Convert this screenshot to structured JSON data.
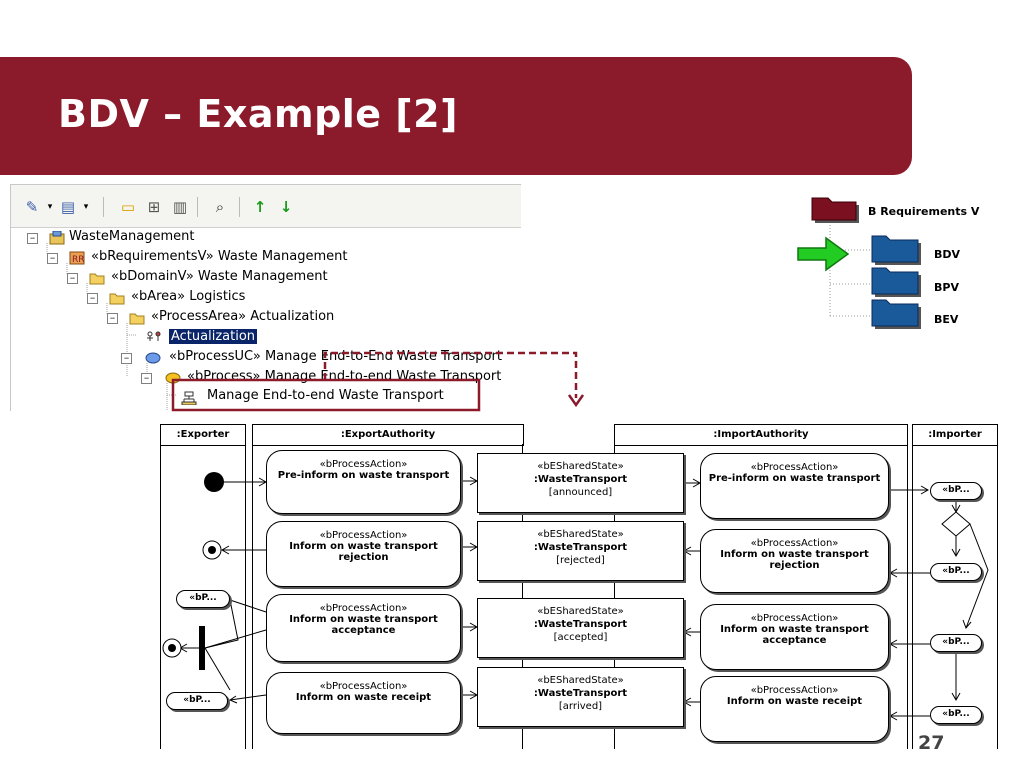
{
  "slide": {
    "title": "BDV – Example [2]",
    "page_number": "27",
    "brand_color": "#8b1a2b"
  },
  "tree": {
    "items": [
      {
        "label": "WasteManagement",
        "icon": "model-icon"
      },
      {
        "label": "«bRequirementsV» Waste Management",
        "icon": "requirements-view-icon"
      },
      {
        "label": "«bDomainV» Waste Management",
        "icon": "folder-icon"
      },
      {
        "label": "«bArea» Logistics",
        "icon": "folder-icon"
      },
      {
        "label": "«ProcessArea» Actualization",
        "icon": "folder-icon"
      },
      {
        "label": "Actualization",
        "icon": "actors-icon",
        "selected": true
      },
      {
        "label": "«bProcessUC» Manage End-to-End Waste Transport",
        "icon": "use-case-icon"
      },
      {
        "label": "«bProcess» Manage End-to-end Waste Transport",
        "icon": "process-icon"
      },
      {
        "label": "Manage End-to-end Waste Transport",
        "icon": "activity-icon"
      }
    ]
  },
  "views": {
    "requirements": "B Requirements V",
    "bdv": "BDV",
    "bpv": "BPV",
    "bev": "BEV"
  },
  "diagram": {
    "lanes": {
      "exporter": ":Exporter",
      "export_authority": ":ExportAuthority",
      "import_authority": ":ImportAuthority",
      "importer": ":Importer"
    },
    "export_actions": [
      {
        "stereotype": "«bProcessAction»",
        "name": "Pre-inform on waste transport"
      },
      {
        "stereotype": "«bProcessAction»",
        "name": "Inform on waste transport rejection"
      },
      {
        "stereotype": "«bProcessAction»",
        "name": "Inform on waste transport acceptance"
      },
      {
        "stereotype": "«bProcessAction»",
        "name": "Inform on waste receipt"
      }
    ],
    "states": [
      {
        "stereotype": "«bESharedState»",
        "name": ":WasteTransport",
        "state": "[announced]"
      },
      {
        "stereotype": "«bESharedState»",
        "name": ":WasteTransport",
        "state": "[rejected]"
      },
      {
        "stereotype": "«bESharedState»",
        "name": ":WasteTransport",
        "state": "[accepted]"
      },
      {
        "stereotype": "«bESharedState»",
        "name": ":WasteTransport",
        "state": "[arrived]"
      }
    ],
    "import_actions": [
      {
        "stereotype": "«bProcessAction»",
        "name": "Pre-inform on waste transport"
      },
      {
        "stereotype": "«bProcessAction»",
        "name": "Inform on waste transport rejection"
      },
      {
        "stereotype": "«bProcessAction»",
        "name": "Inform on waste transport acceptance"
      },
      {
        "stereotype": "«bProcessAction»",
        "name": "Inform on waste receipt"
      }
    ],
    "importer_actions": [
      "«bP...",
      "«bP...",
      "«bP...",
      "«bP..."
    ],
    "exporter_actions": [
      "«bP...",
      "«bP..."
    ]
  }
}
